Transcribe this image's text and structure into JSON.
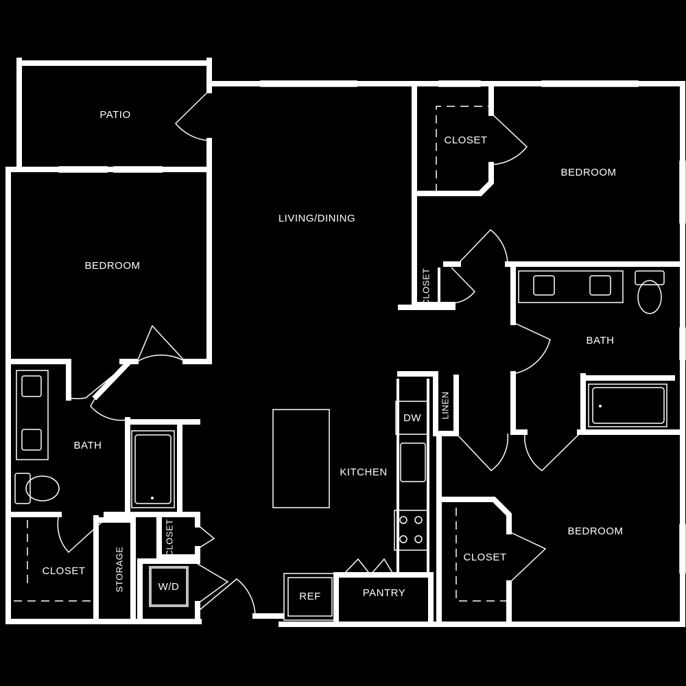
{
  "rooms": {
    "patio": "PATIO",
    "living_dining": "LIVING/DINING",
    "bedroom_left": "BEDROOM",
    "bedroom_top_right": "BEDROOM",
    "bedroom_bottom_right": "BEDROOM",
    "bath_left": "BATH",
    "bath_right": "BATH",
    "kitchen": "KITCHEN",
    "closet_top_right": "CLOSET",
    "closet_small_vertical": "CLOSET",
    "closet_bottom_left": "CLOSET",
    "closet_hall_vertical": "CLOSET",
    "closet_bottom_right": "CLOSET",
    "storage": "STORAGE",
    "linen": "LINEN",
    "pantry": "PANTRY"
  },
  "appliances": {
    "dishwasher": "DW",
    "refrigerator": "REF",
    "washer_dryer": "W/D"
  },
  "colors": {
    "background": "#000000",
    "lines": "#ffffff"
  }
}
